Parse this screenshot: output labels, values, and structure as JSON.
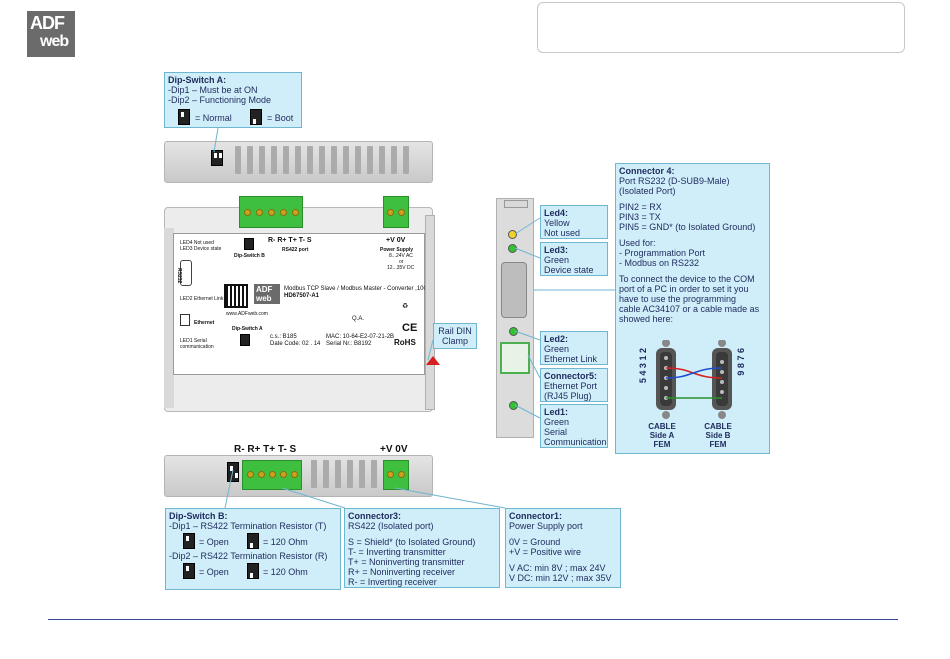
{
  "logo": {
    "line1": "ADF",
    "line2": "web"
  },
  "device_front": {
    "label_panel": {
      "led4": "LED4 Not used",
      "led3": "LED3 Device state",
      "led2": "LED2 Ethernet Link",
      "ethernet": "Ethernet",
      "led1": "LED1 Serial communication",
      "dip_b_label": "Dip-Switch B",
      "dip_a_label": "Dip-Switch A",
      "rs422_pins": "R-  R+  T+  T-  S",
      "rs422_port": "RS422 port",
      "power_pins": "+V   0V",
      "power_supply": "Power Supply",
      "power_spec1": "8...24V AC",
      "power_spec2": "or",
      "power_spec3": "12...35V DC",
      "rs232": "RS232",
      "product": "Modbus TCP Slave / Modbus Master - Converter ,100",
      "code": "HD67507-A1",
      "website": "www.ADFweb.com",
      "qa": "Q.A.",
      "cs": "c.s.: B185",
      "date": "Date Code: 02 . 14",
      "mac": "MAC: 10-64-E2-07-21-2B",
      "serial": "Serial Nr.: B8192",
      "ce": "CE",
      "rohs": "RoHS"
    },
    "bottom_pins": "R- R+ T+ T- S",
    "bottom_power": "+V 0V"
  },
  "callouts": {
    "dip_a": {
      "title": "Dip-Switch A:",
      "lines": [
        "-Dip1 – Must be at ON",
        "-Dip2 – Functioning Mode"
      ],
      "normal": "= Normal",
      "boot": "= Boot"
    },
    "rail": {
      "lines": [
        "Rail DIN",
        "Clamp"
      ]
    },
    "connector4": {
      "title": "Connector 4:",
      "lines": [
        "Port RS232 (D-SUB9-Male)",
        "(Isolated Port)",
        "",
        "PIN2 = RX",
        "PIN3 = TX",
        "PIN5 = GND* (to Isolated Ground)",
        "",
        "Used for:",
        " - Programmation Port",
        " - Modbus on RS232",
        "",
        "To connect the device to the COM",
        "port of a PC in order to set it you",
        "have to use the programming",
        "cable AC34107 or a cable made as",
        "showed here:"
      ],
      "cable_a": [
        "CABLE",
        "Side A",
        "FEM"
      ],
      "cable_b": [
        "CABLE",
        "Side B",
        "FEM"
      ],
      "pins_a": [
        "2",
        "1",
        "3",
        "4",
        "5"
      ],
      "pins_b": [
        "6",
        "7",
        "8",
        "9"
      ]
    },
    "led4": {
      "title": "Led4:",
      "lines": [
        "Yellow",
        "Not used"
      ]
    },
    "led3": {
      "title": "Led3:",
      "lines": [
        "Green",
        "Device state"
      ]
    },
    "led2": {
      "title": "Led2:",
      "lines": [
        "Green",
        "Ethernet Link"
      ]
    },
    "connector5": {
      "title": "Connector5:",
      "lines": [
        "Ethernet Port",
        "(RJ45 Plug)"
      ]
    },
    "led1": {
      "title": "Led1:",
      "lines": [
        "Green",
        "Serial",
        "Communication"
      ]
    },
    "dip_b": {
      "title": "Dip-Switch B:",
      "line1": "-Dip1 – RS422 Termination Resistor (T)",
      "line2": "-Dip2 – RS422 Termination Resistor (R)",
      "open": "= Open",
      "ohm": "= 120 Ohm"
    },
    "connector3": {
      "title": "Connector3:",
      "lines": [
        "RS422 (Isolated port)",
        "",
        "S = Shield* (to Isolated Ground)",
        "T- = Inverting transmitter",
        "T+ = Noninverting transmitter",
        "R+ = Noninverting receiver",
        "R- = Inverting receiver"
      ]
    },
    "connector1": {
      "title": "Connector1:",
      "lines": [
        "Power Supply port",
        "",
        "0V = Ground",
        "+V = Positive wire",
        "",
        "V AC: min 8V ; max 24V",
        "V DC: min 12V ; max 35V"
      ]
    }
  }
}
